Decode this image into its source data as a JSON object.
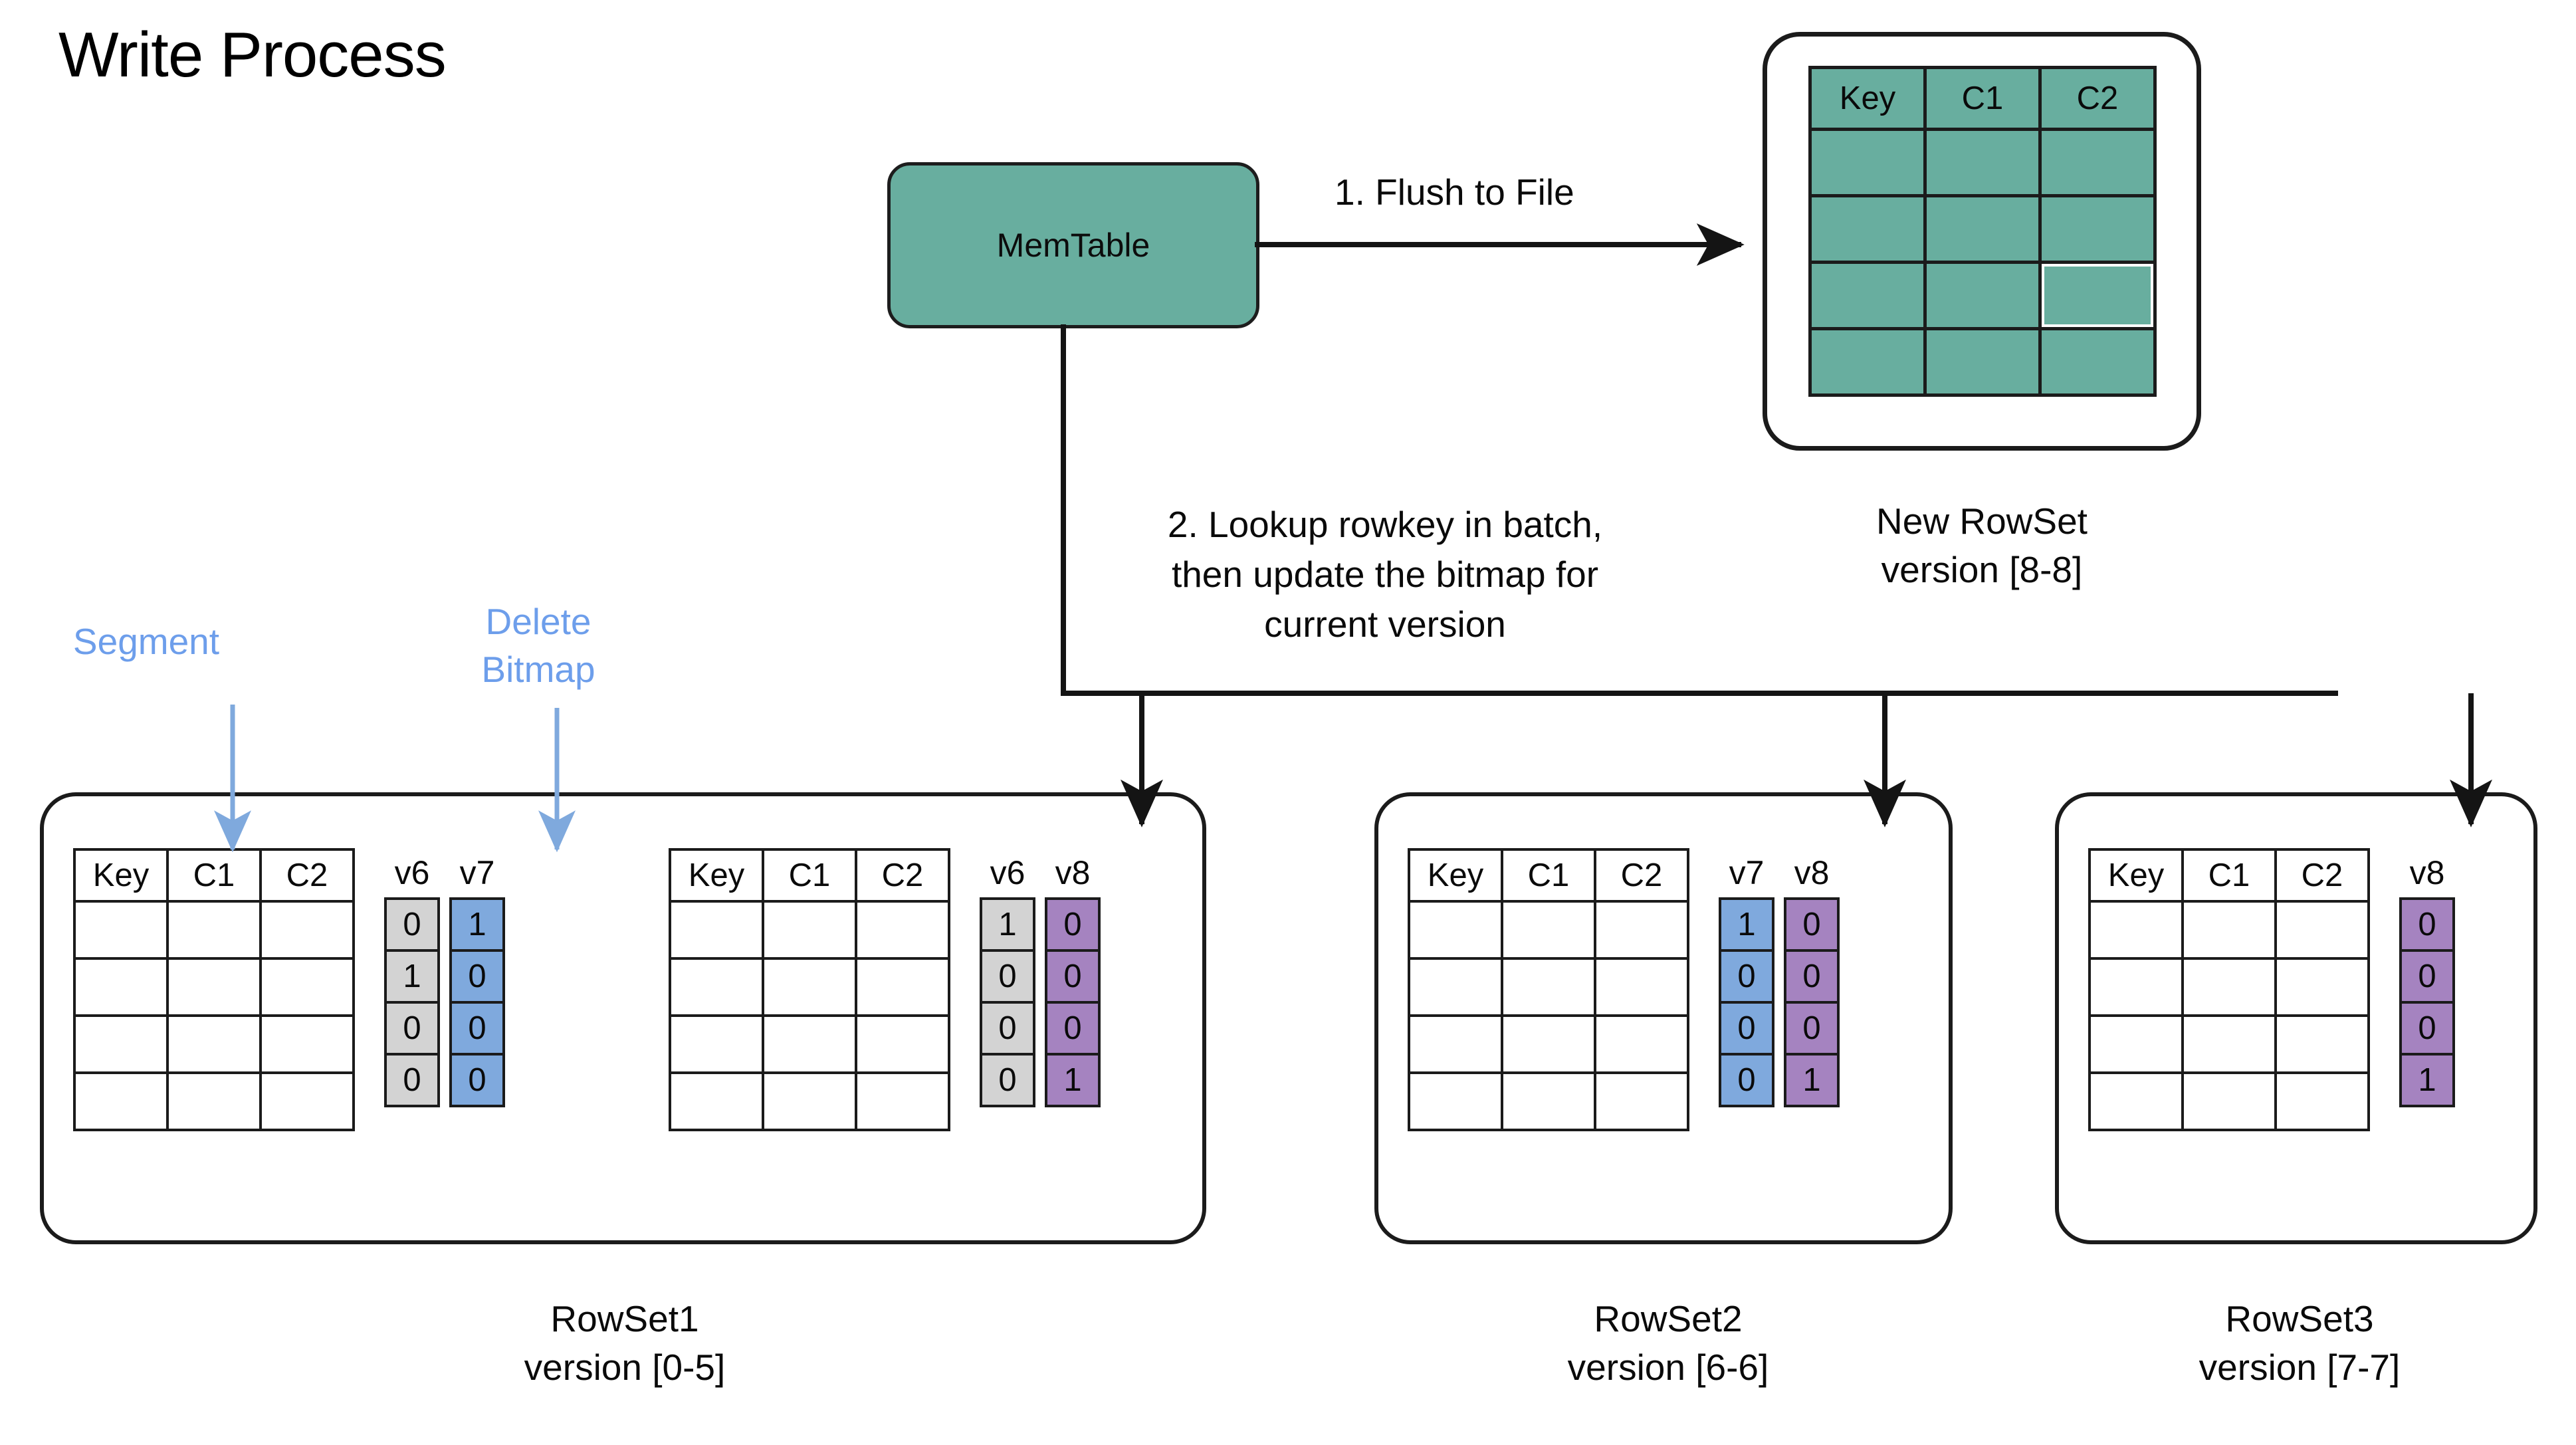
{
  "title": "Write Process",
  "colors": {
    "teal": "#68ae9f",
    "blue_bitmap": "#7fa9dd",
    "purple_bitmap": "#a583c0",
    "gray_bitmap": "#d3d3d3",
    "annotation_blue": "#6d9eeb",
    "stroke": "#1b1b1b",
    "background": "#ffffff"
  },
  "memtable": {
    "label": "MemTable"
  },
  "steps": {
    "step1": "1. Flush to File",
    "step2": "2. Lookup rowkey in batch,\nthen update the bitmap for\ncurrent version"
  },
  "annotations": {
    "segment": "Segment",
    "delete_bitmap": "Delete\nBitmap"
  },
  "table_headers": [
    "Key",
    "C1",
    "C2"
  ],
  "new_rowset": {
    "caption": "New RowSet\nversion [8-8]",
    "name": "New RowSet",
    "version": "version [8-8]",
    "headers": [
      "Key",
      "C1",
      "C2"
    ],
    "body_rows": 4,
    "filled": true
  },
  "rowsets": [
    {
      "id": "rowset1",
      "caption": "RowSet1\nversion [0-5]",
      "name": "RowSet1",
      "version": "version [0-5]",
      "segments": [
        {
          "headers": [
            "Key",
            "C1",
            "C2"
          ],
          "body_rows": 4,
          "bitmaps": [
            {
              "label": "v6",
              "color": "gray",
              "bits": [
                "0",
                "1",
                "0",
                "0"
              ]
            },
            {
              "label": "v7",
              "color": "blue",
              "bits": [
                "1",
                "0",
                "0",
                "0"
              ]
            }
          ]
        },
        {
          "headers": [
            "Key",
            "C1",
            "C2"
          ],
          "body_rows": 4,
          "bitmaps": [
            {
              "label": "v6",
              "color": "gray",
              "bits": [
                "1",
                "0",
                "0",
                "0"
              ]
            },
            {
              "label": "v8",
              "color": "purple",
              "bits": [
                "0",
                "0",
                "0",
                "1"
              ]
            }
          ]
        }
      ]
    },
    {
      "id": "rowset2",
      "caption": "RowSet2\nversion [6-6]",
      "name": "RowSet2",
      "version": "version [6-6]",
      "segments": [
        {
          "headers": [
            "Key",
            "C1",
            "C2"
          ],
          "body_rows": 4,
          "bitmaps": [
            {
              "label": "v7",
              "color": "blue",
              "bits": [
                "1",
                "0",
                "0",
                "0"
              ]
            },
            {
              "label": "v8",
              "color": "purple",
              "bits": [
                "0",
                "0",
                "0",
                "1"
              ]
            }
          ]
        }
      ]
    },
    {
      "id": "rowset3",
      "caption": "RowSet3\nversion [7-7]",
      "name": "RowSet3",
      "version": "version [7-7]",
      "segments": [
        {
          "headers": [
            "Key",
            "C1",
            "C2"
          ],
          "body_rows": 4,
          "bitmaps": [
            {
              "label": "v8",
              "color": "purple",
              "bits": [
                "0",
                "0",
                "0",
                "1"
              ]
            }
          ]
        }
      ]
    }
  ]
}
